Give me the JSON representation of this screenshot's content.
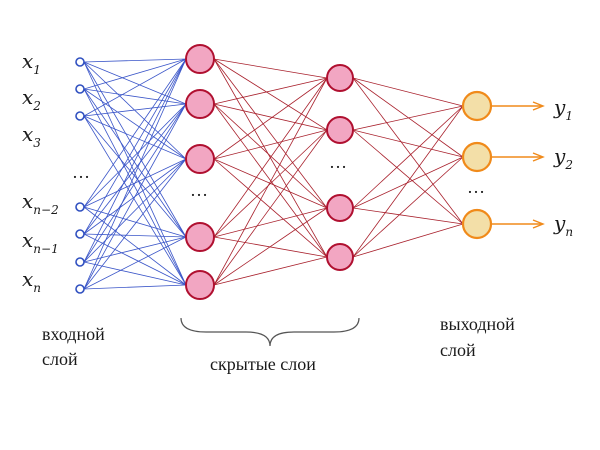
{
  "inputs": [
    {
      "var": "x",
      "sub": "1"
    },
    {
      "var": "x",
      "sub": "2"
    },
    {
      "var": "x",
      "sub": "3"
    },
    {
      "var": "x",
      "sub": "n−2"
    },
    {
      "var": "x",
      "sub": "n−1"
    },
    {
      "var": "x",
      "sub": "n"
    }
  ],
  "outputs": [
    {
      "var": "y",
      "sub": "1"
    },
    {
      "var": "y",
      "sub": "2"
    },
    {
      "var": "y",
      "sub": "n"
    }
  ],
  "ellipsis": "…",
  "captions": {
    "input_layer": [
      "входной",
      "слой"
    ],
    "hidden_layers": "скрытые слои",
    "output_layer": [
      "выходной",
      "слой"
    ]
  },
  "colors": {
    "input_edges": "#3a55c8",
    "input_node_stroke": "#3050c0",
    "hidden_node_fill": "#f2a6c2",
    "hidden_node_stroke": "#b01030",
    "hidden_edges": "#a8202c",
    "output_node_fill": "#f3dfa8",
    "output_node_stroke": "#f08a1a",
    "output_arrows": "#f08a1a",
    "brace": "#555555"
  }
}
